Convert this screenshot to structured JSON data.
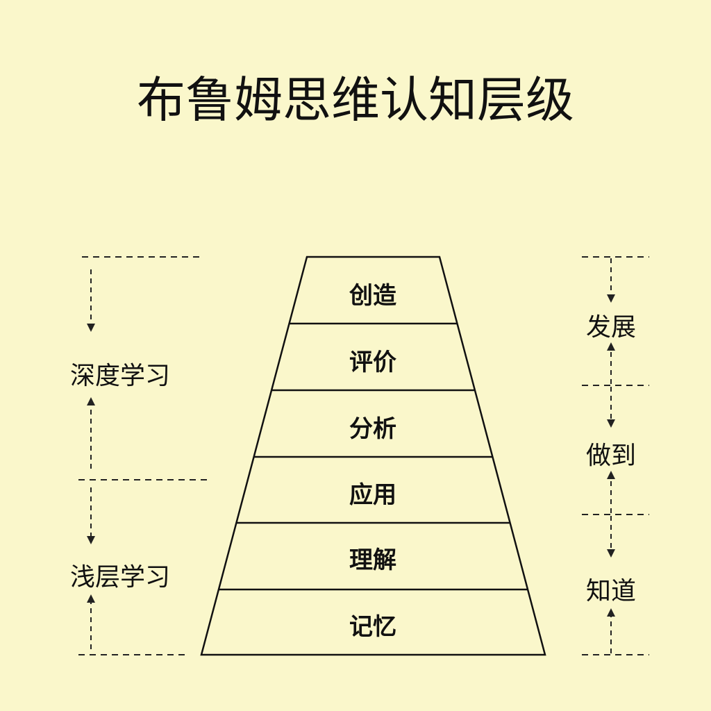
{
  "title": "布鲁姆思维认知层级",
  "pyramid": {
    "levels": [
      "创造",
      "评价",
      "分析",
      "应用",
      "理解",
      "记忆"
    ]
  },
  "left_labels": {
    "deep": "深度学习",
    "shallow": "浅层学习"
  },
  "right_labels": {
    "develop": "发展",
    "do": "做到",
    "know": "知道"
  },
  "colors": {
    "background": "#faf7cb",
    "ink": "#111111"
  }
}
